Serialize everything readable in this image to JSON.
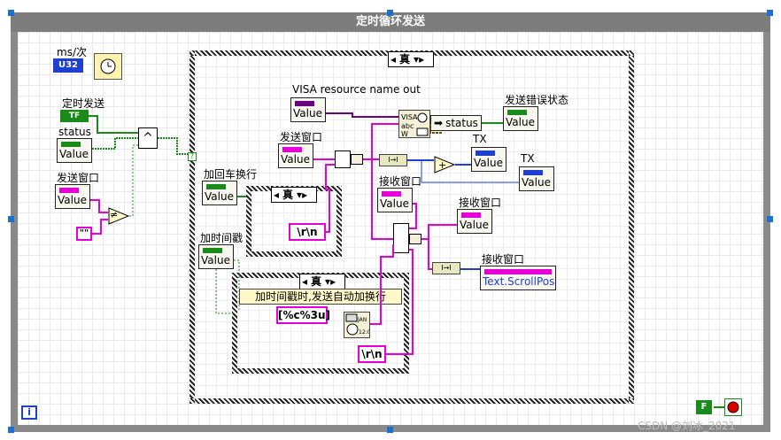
{
  "loop": {
    "title": "定时循环发送"
  },
  "controls": {
    "ms_label": "ms/次",
    "u32_text": "U32",
    "timer_label": "定时发送",
    "bool_text": "TF",
    "status_label": "status",
    "status_value": "Value",
    "send_window_label": "发送窗口",
    "send_window_value": "Value",
    "empty_string": "\"\"",
    "and_symbol": "^",
    "ne_symbol": "≠"
  },
  "case_main": {
    "selector": "真"
  },
  "inner": {
    "visa_label": "VISA resource name out",
    "visa_value": "Value",
    "send_err_label": "发送错误状态",
    "send_err_value": "Value",
    "status_text": "status",
    "send_window2_label": "发送窗口",
    "send_window2_value": "Value",
    "tx_label": "TX",
    "tx_value": "Value",
    "tx2_label": "TX",
    "tx2_value": "Value",
    "crlf_label": "加回车换行",
    "crlf_value": "Value",
    "timestamp_label": "加时间戳",
    "timestamp_value": "Value",
    "recv_label": "接收窗口",
    "recv_value": "Value",
    "recv2_label": "接收窗口",
    "recv2_value": "Value",
    "recv3_label": "接收窗口",
    "scrollpos_value": "Text.ScrollPos",
    "plus_symbol": "+"
  },
  "case_crlf": {
    "selector": "真",
    "const": "\\r\\n"
  },
  "case_ts": {
    "selector": "真",
    "note": "加时间戳时,发送自动加换行",
    "format": "[%c%3u]",
    "const": "\\r\\n"
  },
  "stop": {
    "label": "F"
  },
  "footer": {
    "info": "i",
    "watermark": "CSDN @刘冰_2021"
  },
  "colors": {
    "string_wire": "#e400d6",
    "bool_wire": "#1a8a1a",
    "num_wire": "#1f3fd0",
    "cluster_wire": "#6b4a00"
  }
}
